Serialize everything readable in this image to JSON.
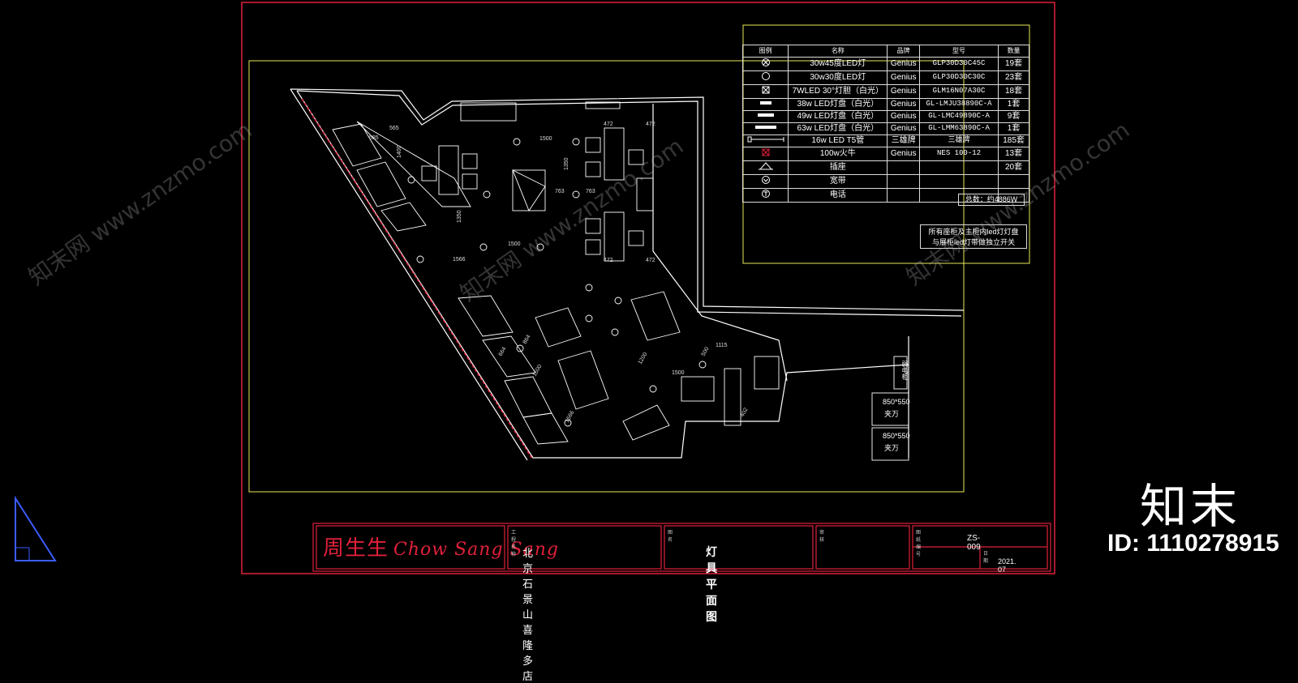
{
  "legend": {
    "headers": [
      "图例",
      "名称",
      "品牌",
      "型号",
      "数量"
    ],
    "rows": [
      {
        "symbol": "downlight-45-icon",
        "name": "30w45度LED灯",
        "brand": "Genius",
        "model": "GLP30D30C45C",
        "qty": "19套"
      },
      {
        "symbol": "downlight-30-icon",
        "name": "30w30度LED灯",
        "brand": "Genius",
        "model": "GLP30D30C30C",
        "qty": "23套"
      },
      {
        "symbol": "square-lamp-icon",
        "name": "7WLED 30°灯胆（白光）",
        "brand": "Genius",
        "model": "GLM16N07A30C",
        "qty": "18套"
      },
      {
        "symbol": "led-panel-small-icon",
        "name": "38w LED灯盘（白光）",
        "brand": "Genius",
        "model": "GL-LMJU38890C-A",
        "qty": "1套"
      },
      {
        "symbol": "led-panel-medium-icon",
        "name": "49w LED灯盘（白光）",
        "brand": "Genius",
        "model": "GL-LMC49890C-A",
        "qty": "9套"
      },
      {
        "symbol": "led-panel-large-icon",
        "name": "63w LED灯盘（白光）",
        "brand": "Genius",
        "model": "GL-LMM63890C-A",
        "qty": "1套"
      },
      {
        "symbol": "t5-tube-icon",
        "name": "16w LED T5管",
        "brand": "三雄牌",
        "model": "三雄牌",
        "qty": "185套"
      },
      {
        "symbol": "spotlight-red-icon",
        "name": "100w火牛",
        "brand": "Genius",
        "model": "NES 100-12",
        "qty": "13套"
      },
      {
        "symbol": "socket-icon",
        "name": "插座",
        "brand": "",
        "model": "",
        "qty": "20套"
      },
      {
        "symbol": "broadband-icon",
        "name": "宽带",
        "brand": "",
        "model": "",
        "qty": ""
      },
      {
        "symbol": "phone-icon",
        "name": "电话",
        "brand": "",
        "model": "",
        "qty": ""
      }
    ],
    "total": "总数：约4886W",
    "note_line1": "所有座柜及主柜内led灯灯盘",
    "note_line2": "与展柜led灯带做独立开关"
  },
  "dimensions": [
    "1500",
    "1350",
    "763",
    "763",
    "1350",
    "1500",
    "1566",
    "1400",
    "585",
    "565",
    "472",
    "472",
    "472",
    "472",
    "664",
    "864",
    "1500",
    "1566",
    "1200",
    "1115",
    "1500",
    "500",
    "402"
  ],
  "side_labels": {
    "cabinet_1": "850*550",
    "cabinet_1b": "夹万",
    "cabinet_2": "850*550",
    "cabinet_2b": "夹万",
    "rack": "弱电柜"
  },
  "title_block": {
    "brand_cn": "周生生",
    "brand_en": "Chow Sang Sang",
    "project_label": "工程名称",
    "project": "北京石景山喜隆多店",
    "drawing_label": "图名",
    "drawing": "灯具平面图",
    "check_label": "审核",
    "number_label": "图纸编号",
    "number": "ZS-009",
    "date_label": "日期",
    "date": "2021. 07"
  },
  "watermark": {
    "text": "知末网 www.znzmo.com",
    "logo": "知末",
    "id": "ID: 1110278915"
  },
  "colors": {
    "frame": "#e0203a",
    "plan_border": "#e8e85a",
    "walls": "#ffffff",
    "background": "#000000"
  }
}
